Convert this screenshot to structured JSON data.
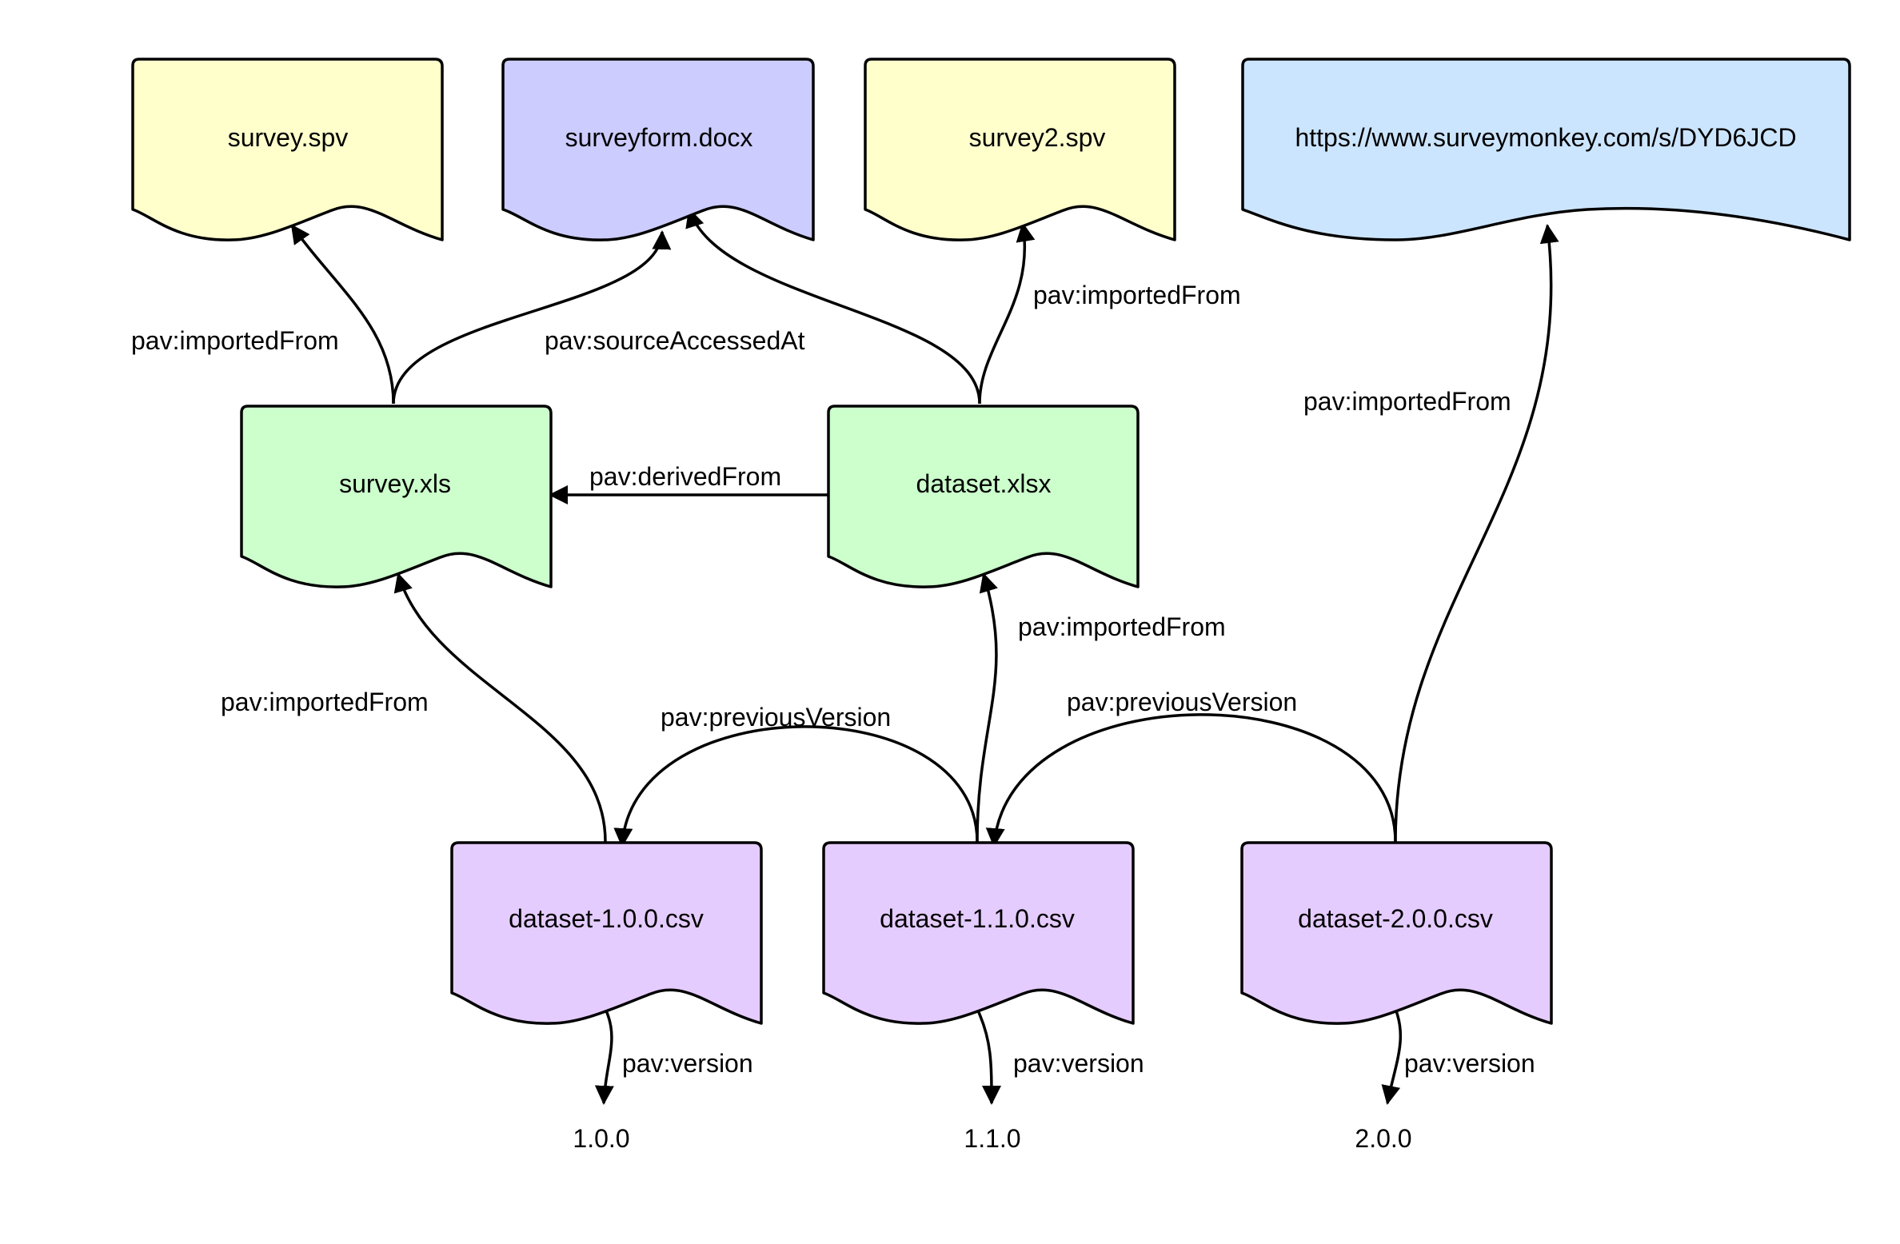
{
  "colors": {
    "yellow": "#ffffcc",
    "blue_purple": "#ccccff",
    "light_blue": "#cce5ff",
    "green": "#ccffcc",
    "lavender": "#e5ccff",
    "stroke": "#000000"
  },
  "nodes": {
    "survey_spv": {
      "label": "survey.spv"
    },
    "surveyform_docx": {
      "label": "surveyform.docx"
    },
    "survey2_spv": {
      "label": "survey2.spv"
    },
    "surveymonkey_url": {
      "label": "https://www.surveymonkey.com/s/DYD6JCD"
    },
    "survey_xls": {
      "label": "survey.xls"
    },
    "dataset_xlsx": {
      "label": "dataset.xlsx"
    },
    "dataset_100": {
      "label": "dataset-1.0.0.csv"
    },
    "dataset_110": {
      "label": "dataset-1.1.0.csv"
    },
    "dataset_200": {
      "label": "dataset-2.0.0.csv"
    }
  },
  "literals": {
    "v100": "1.0.0",
    "v110": "1.1.0",
    "v200": "2.0.0"
  },
  "edges": {
    "xls_to_spv": "pav:importedFrom",
    "xls_to_docx": "pav:sourceAccessedAt",
    "xlsx_to_spv2": "pav:importedFrom",
    "xlsx_to_xls": "pav:derivedFrom",
    "url_from_200": "pav:importedFrom",
    "100_to_xls": "pav:importedFrom",
    "110_to_xlsx": "pav:importedFrom",
    "110_to_100": "pav:previousVersion",
    "200_to_110": "pav:previousVersion",
    "ver_100": "pav:version",
    "ver_110": "pav:version",
    "ver_200": "pav:version"
  }
}
